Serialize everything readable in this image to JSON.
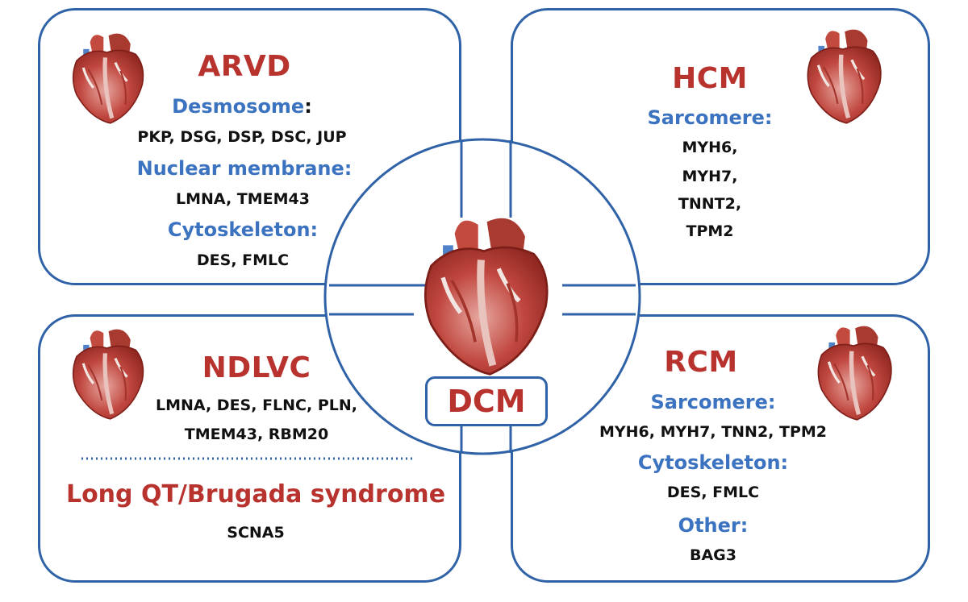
{
  "arvd": {
    "title": "ARVD",
    "groups": [
      {
        "category": "Desmosome",
        "colon": ":",
        "genes": [
          "PKP, DSG, DSP, DSC, JUP"
        ]
      },
      {
        "category": "Nuclear membrane:",
        "genes": [
          "LMNA, TMEM43"
        ]
      },
      {
        "category": "Cytoskeleton:",
        "genes": [
          "DES, FMLC"
        ]
      }
    ]
  },
  "hcm": {
    "title": "HCM",
    "groups": [
      {
        "category": "Sarcomere:",
        "genes": [
          "MYH6,",
          "MYH7,",
          "TNNT2,",
          "TPM2"
        ]
      }
    ]
  },
  "ndlvc": {
    "title": "NDLVC",
    "genes": [
      "LMNA, DES, FLNC, PLN,",
      "TMEM43, RBM20"
    ],
    "long_qt_title": "Long QT/Brugada syndrome",
    "long_qt_genes": [
      "SCNA5"
    ]
  },
  "rcm": {
    "title": "RCM",
    "groups": [
      {
        "category": "Sarcomere:",
        "genes": [
          "MYH6, MYH7, TNN2, TPM2"
        ]
      },
      {
        "category": "Cytoskeleton:",
        "genes": [
          "DES, FMLC"
        ]
      },
      {
        "category": "Other:",
        "genes": [
          "BAG3"
        ]
      }
    ]
  },
  "center": {
    "label": "DCM"
  },
  "colors": {
    "border": "#2f62a7",
    "title": "#b8322e",
    "category": "#3b73c0",
    "gene": "#111111",
    "heart_red": "#b8322e"
  }
}
